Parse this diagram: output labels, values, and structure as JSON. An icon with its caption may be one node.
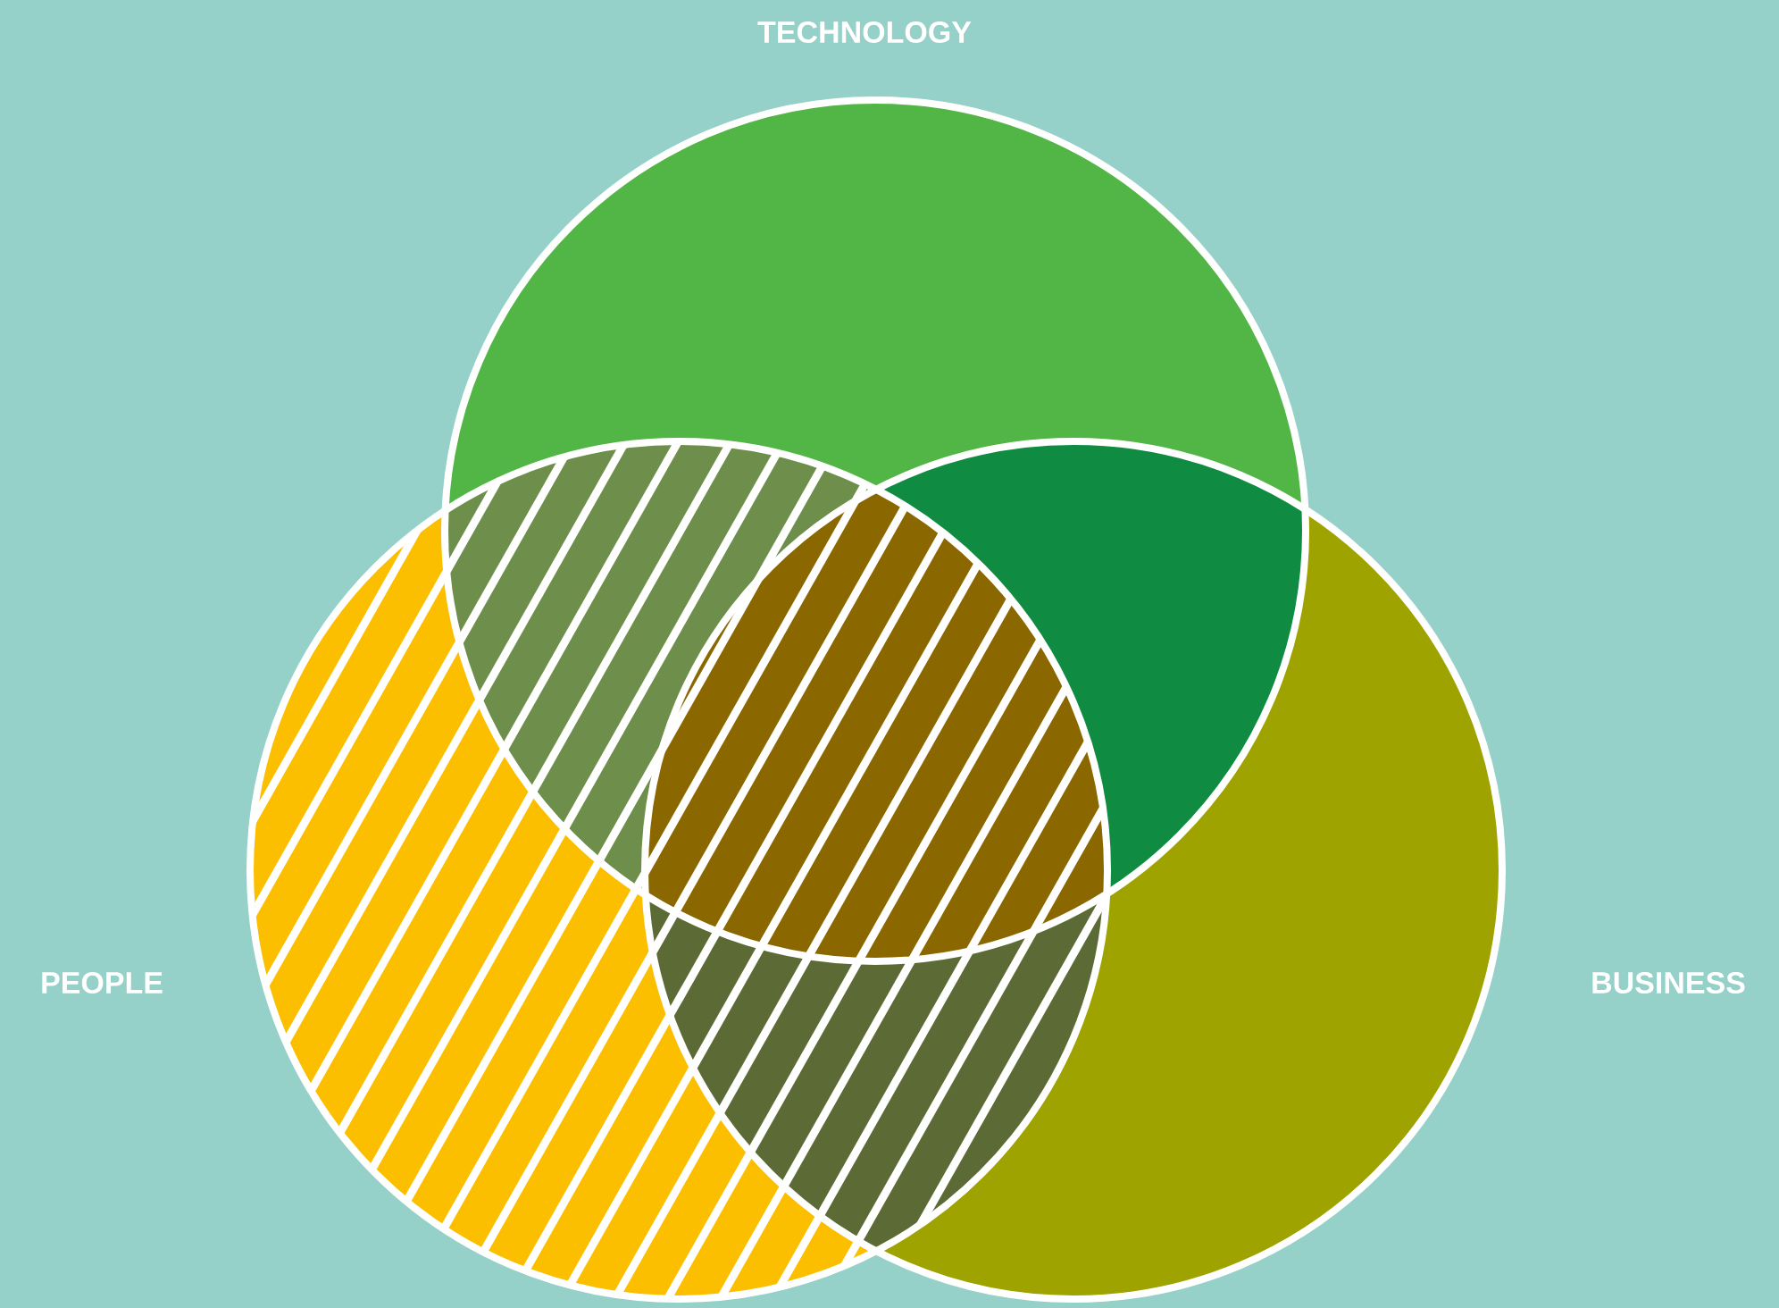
{
  "diagram": {
    "nodes": [
      {
        "text": [
          "TECHNOLOGY"
        ]
      },
      {
        "text": [
          "PEOPLE"
        ]
      },
      {
        "text": [
          "BUSINESS"
        ]
      }
    ]
  }
}
